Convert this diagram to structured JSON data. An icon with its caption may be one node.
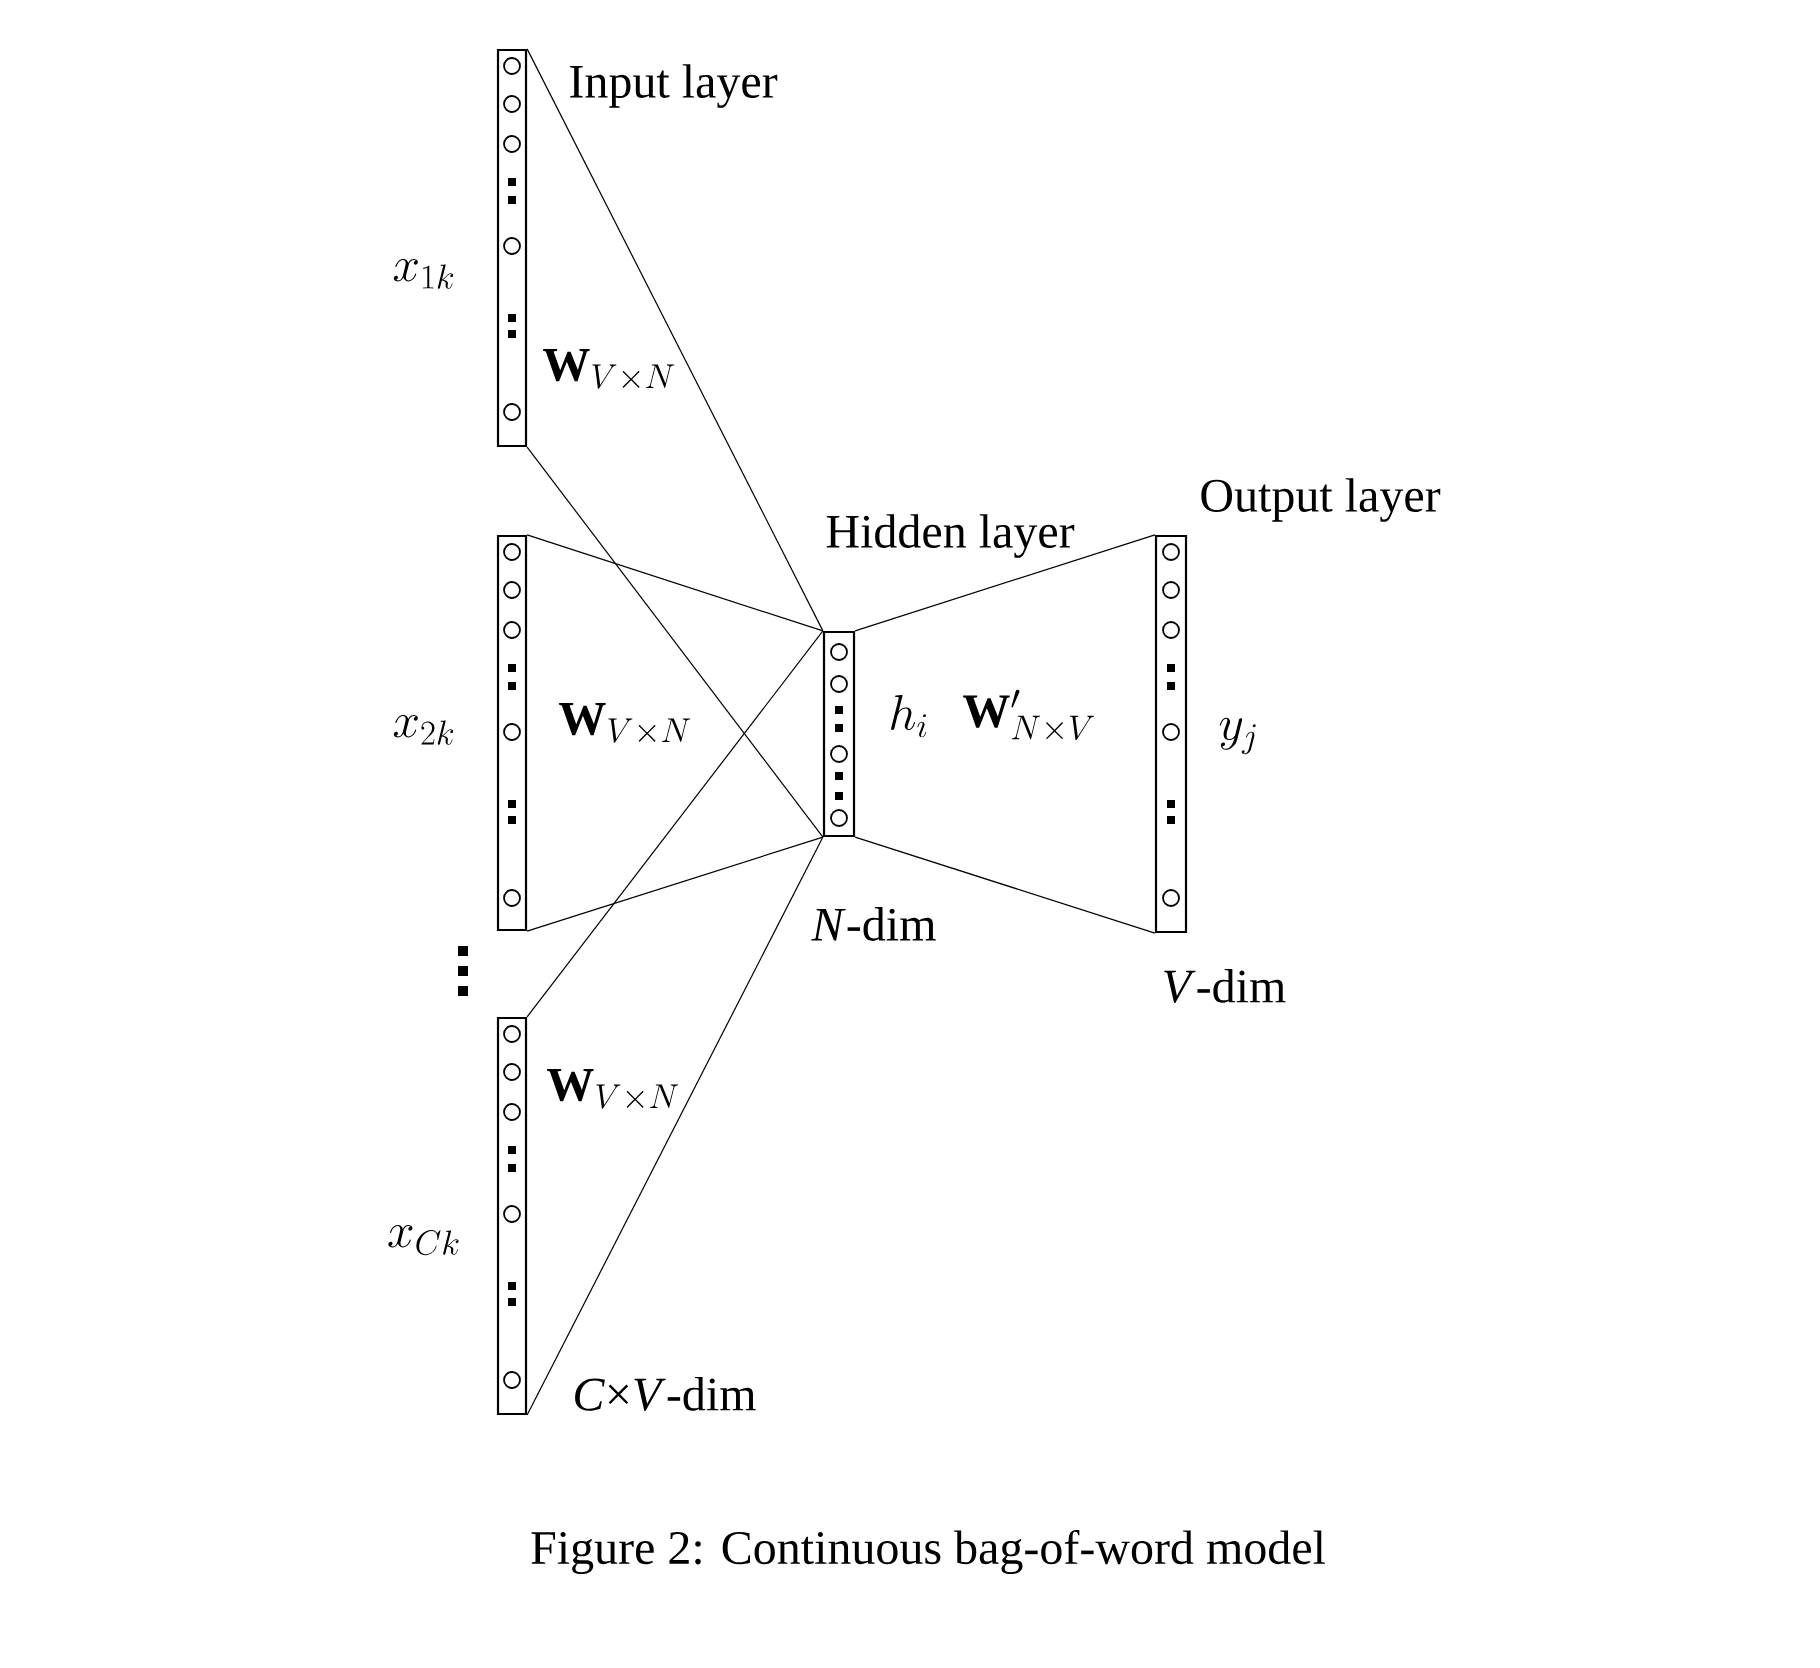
{
  "diagram": {
    "caption": "Figure 2: Continuous bag-of-word model",
    "nodes": [
      {
        "text": [],
        "shape": "box",
        "beside": [
          "Input layer",
          "x_{1k}"
        ]
      },
      {
        "text": [],
        "shape": "box",
        "beside": [
          "x_{2k}"
        ]
      },
      {
        "text": [],
        "shape": "box",
        "beside": [
          "x_{Ck}",
          "*C*×*V*-dim"
        ]
      },
      {
        "text": [],
        "shape": "box",
        "beside": [
          "Hidden layer",
          "h_i",
          "*N*-dim"
        ]
      },
      {
        "text": [],
        "shape": "box",
        "beside": [
          "Output layer",
          "y_j",
          "*V*-dim"
        ]
      }
    ],
    "edges": [
      {
        "from": 0,
        "to": 3,
        "arrow": "none"
      },
      {
        "from": 0,
        "to": 3,
        "arrow": "none"
      },
      {
        "from": 1,
        "to": 3,
        "arrow": "none"
      },
      {
        "from": 1,
        "to": 3,
        "arrow": "none"
      },
      {
        "from": 2,
        "to": 3,
        "arrow": "none"
      },
      {
        "from": 2,
        "to": 3,
        "arrow": "none"
      },
      {
        "from": 3,
        "to": 4,
        "arrow": "none"
      },
      {
        "from": 3,
        "to": 4,
        "arrow": "none"
      }
    ],
    "labels": [
      "\\mathbf{W}_{V\\times N}",
      "\\mathbf{W}_{V\\times N}",
      "\\mathbf{W}'_{N\\times V}",
      "\\mathbf{W}_{V\\times N}"
    ]
  }
}
